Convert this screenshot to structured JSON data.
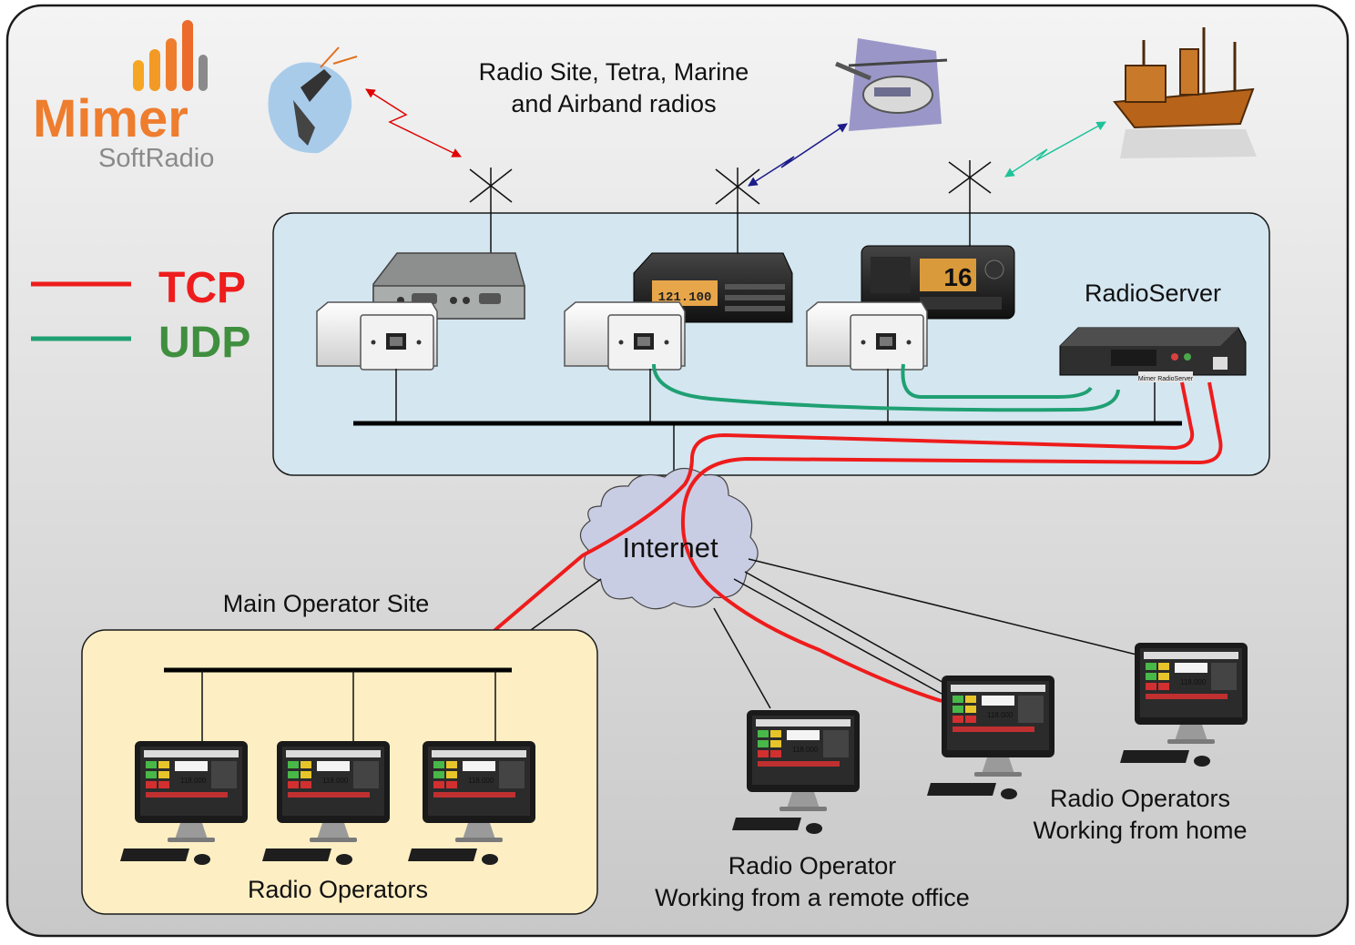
{
  "logo": {
    "brand": "Mimer",
    "product": "SoftRadio"
  },
  "legend": [
    {
      "label": "TCP",
      "color": "#ee1c1c"
    },
    {
      "label": "UDP",
      "color": "#1fa073"
    }
  ],
  "labels": {
    "radio_site_line1": "Radio Site, Tetra, Marine",
    "radio_site_line2": "and Airband radios",
    "radioserver": "RadioServer",
    "internet": "Internet",
    "main_site": "Main Operator Site",
    "radio_operators": "Radio Operators",
    "remote_line1": "Radio Operator",
    "remote_line2": "Working from a remote office",
    "home_line1": "Radio Operators",
    "home_line2": "Working from home"
  },
  "device_text": {
    "airband_display": "121.100",
    "marine_display": "16",
    "server_badge": "Mimer RadioServer",
    "screen_frequency": "118.000"
  },
  "colors": {
    "background_panel": "#dcdcdc",
    "radio_site_panel": "#d4e6f0",
    "operator_site_panel": "#fdefc3",
    "tcp_line": "#ee1c1c",
    "udp_line": "#1fa073",
    "cloud": "#c9cde3",
    "logo_orange": "#ee7d2e",
    "logo_gray": "#888888"
  },
  "icons": [
    "walkie-talkie-icon",
    "helicopter-icon",
    "ship-icon",
    "antenna-icon",
    "interface-box-icon",
    "radio-icon",
    "server-icon",
    "computer-icon",
    "cloud-icon"
  ]
}
